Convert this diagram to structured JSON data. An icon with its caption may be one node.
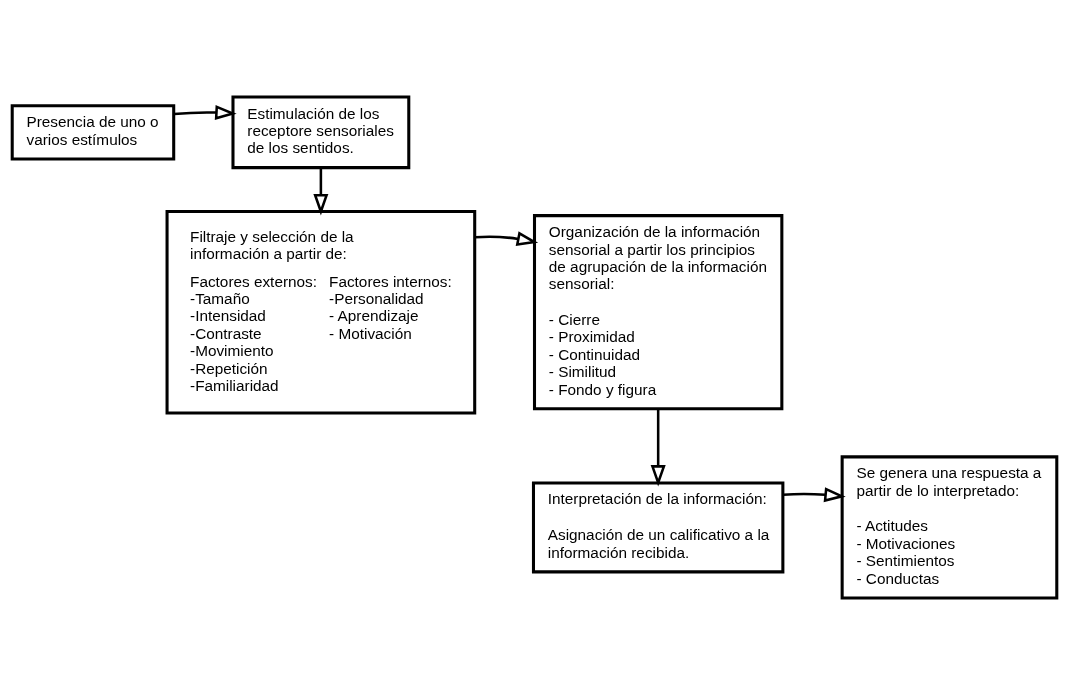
{
  "diagram": {
    "nodes": [
      {
        "text": [
          "Presencia de uno o varios estímulos"
        ]
      },
      {
        "text": [
          "Estimulación de los receptore sensoriales de los sentidos."
        ]
      },
      {
        "text": [
          "Filtraje y selección de la información a partir de:",
          "Factores externos:",
          "-Tamaño",
          "-Intensidad",
          "-Contraste",
          "-Movimiento",
          "-Repetición",
          "-Familiaridad",
          "Factores internos:",
          "-Personalidad",
          "- Aprendizaje",
          "- Motivación"
        ]
      },
      {
        "text": [
          "Organización de la información sensorial a partir los principios de agrupación de la información sensorial:",
          "- Cierre",
          "- Proximidad",
          "- Continuidad",
          "- Similitud",
          "- Fondo y figura"
        ]
      },
      {
        "text": [
          "Interpretación de la información:",
          "Asignación de un calificativo a la información recibida."
        ]
      },
      {
        "text": [
          "Se genera una respuesta a partir de lo interpretado:",
          "- Actitudes",
          "- Motivaciones",
          "- Sentimientos",
          "- Conductas"
        ]
      }
    ],
    "edges": [
      {
        "from": 0,
        "to": 1,
        "arrow": "to"
      },
      {
        "from": 1,
        "to": 2,
        "arrow": "to"
      },
      {
        "from": 2,
        "to": 3,
        "arrow": "to"
      },
      {
        "from": 3,
        "to": 4,
        "arrow": "to"
      },
      {
        "from": 4,
        "to": 5,
        "arrow": "to"
      }
    ]
  }
}
